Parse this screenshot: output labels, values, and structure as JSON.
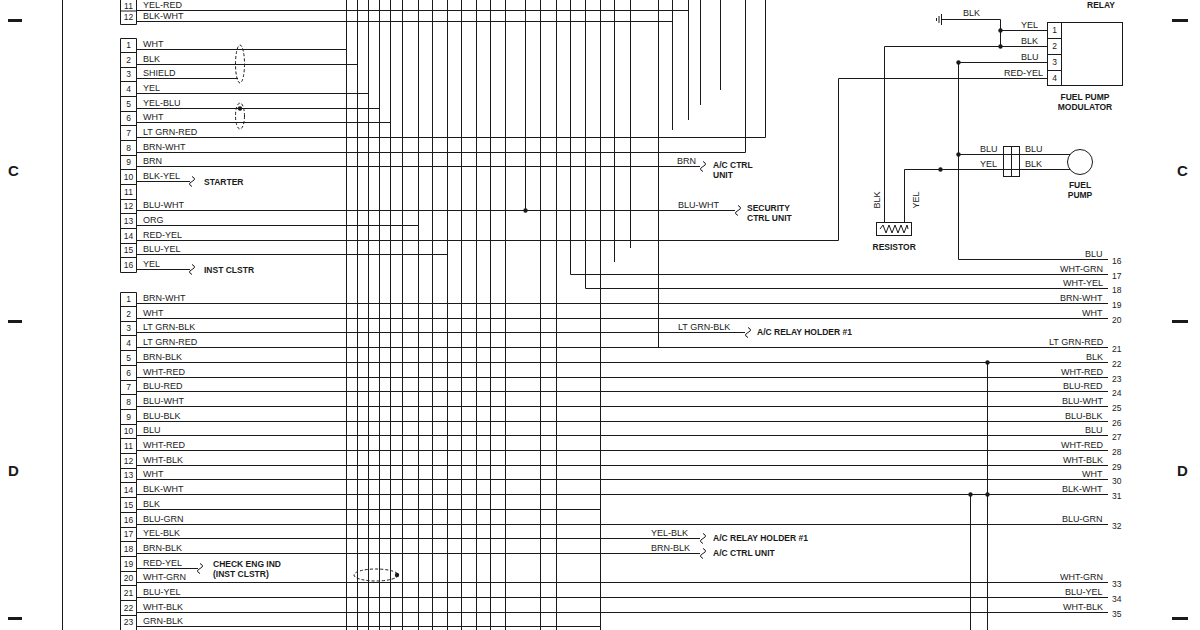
{
  "diagram": {
    "nodes": [
      {
        "text": [
          "1",
          "2",
          "3",
          "4",
          "FUEL PUMP MODULATOR"
        ]
      },
      {
        "text": [
          "FUEL PUMP"
        ]
      },
      {
        "text": [
          "RESISTOR"
        ]
      }
    ],
    "edges": [
      {
        "from": 2,
        "to": 0,
        "arrow": "none"
      },
      {
        "from": 0,
        "to": 1,
        "arrow": "none"
      },
      {
        "from": 2,
        "to": 1,
        "arrow": "none"
      }
    ],
    "labels": [
      "C",
      "C",
      "D",
      "D",
      "RELAY",
      "11",
      "YEL-RED",
      "12",
      "BLK-WHT",
      "1",
      "WHT",
      "2",
      "BLK",
      "3",
      "SHIELD",
      "4",
      "YEL",
      "5",
      "YEL-BLU",
      "6",
      "WHT",
      "7",
      "LT GRN-RED",
      "8",
      "BRN-WHT",
      "9",
      "BRN",
      "10",
      "BLK-YEL",
      "STARTER",
      "11",
      "12",
      "BLU-WHT",
      "13",
      "ORG",
      "14",
      "RED-YEL",
      "15",
      "BLU-YEL",
      "16",
      "YEL",
      "INST CLSTR",
      "1",
      "BRN-WHT",
      "2",
      "WHT",
      "3",
      "LT GRN-BLK",
      "4",
      "LT GRN-RED",
      "5",
      "BRN-BLK",
      "6",
      "WHT-RED",
      "7",
      "BLU-RED",
      "8",
      "BLU-WHT",
      "9",
      "BLU-BLK",
      "10",
      "BLU",
      "11",
      "WHT-RED",
      "12",
      "WHT-BLK",
      "13",
      "WHT",
      "14",
      "BLK-WHT",
      "15",
      "BLK",
      "16",
      "BLU-GRN",
      "17",
      "YEL-BLK",
      "18",
      "BRN-BLK",
      "19",
      "RED-YEL",
      "CHECK ENG IND (INST CLSTR)",
      "20",
      "WHT-GRN",
      "21",
      "BLU-YEL",
      "22",
      "WHT-BLK",
      "23",
      "GRN-BLK",
      "BRN",
      "A/C CTRL UNIT",
      "BLU-WHT",
      "SECURITY CTRL UNIT",
      "LT GRN-BLK",
      "A/C RELAY HOLDER #1",
      "YEL-BLK",
      "BRN-BLK",
      "A/C RELAY HOLDER #1",
      "A/C CTRL UNIT",
      "BLK",
      "YEL",
      "BLK",
      "BLU",
      "RED-YEL",
      "BLU",
      "YEL",
      "BLU",
      "BLK",
      "BLK",
      "YEL",
      "BLU",
      "16",
      "WHT-GRN",
      "17",
      "WHT-YEL",
      "18",
      "BRN-WHT",
      "19",
      "WHT",
      "20",
      "LT GRN-RED",
      "21",
      "BLK",
      "22",
      "WHT-RED",
      "23",
      "BLU-RED",
      "24",
      "BLU-WHT",
      "25",
      "BLU-BLK",
      "26",
      "BLU",
      "27",
      "WHT-RED",
      "28",
      "WHT-BLK",
      "29",
      "WHT",
      "30",
      "BLK-WHT",
      "31",
      "BLU-GRN",
      "32",
      "WHT-GRN",
      "33",
      "BLU-YEL",
      "34",
      "WHT-BLK",
      "35"
    ]
  }
}
